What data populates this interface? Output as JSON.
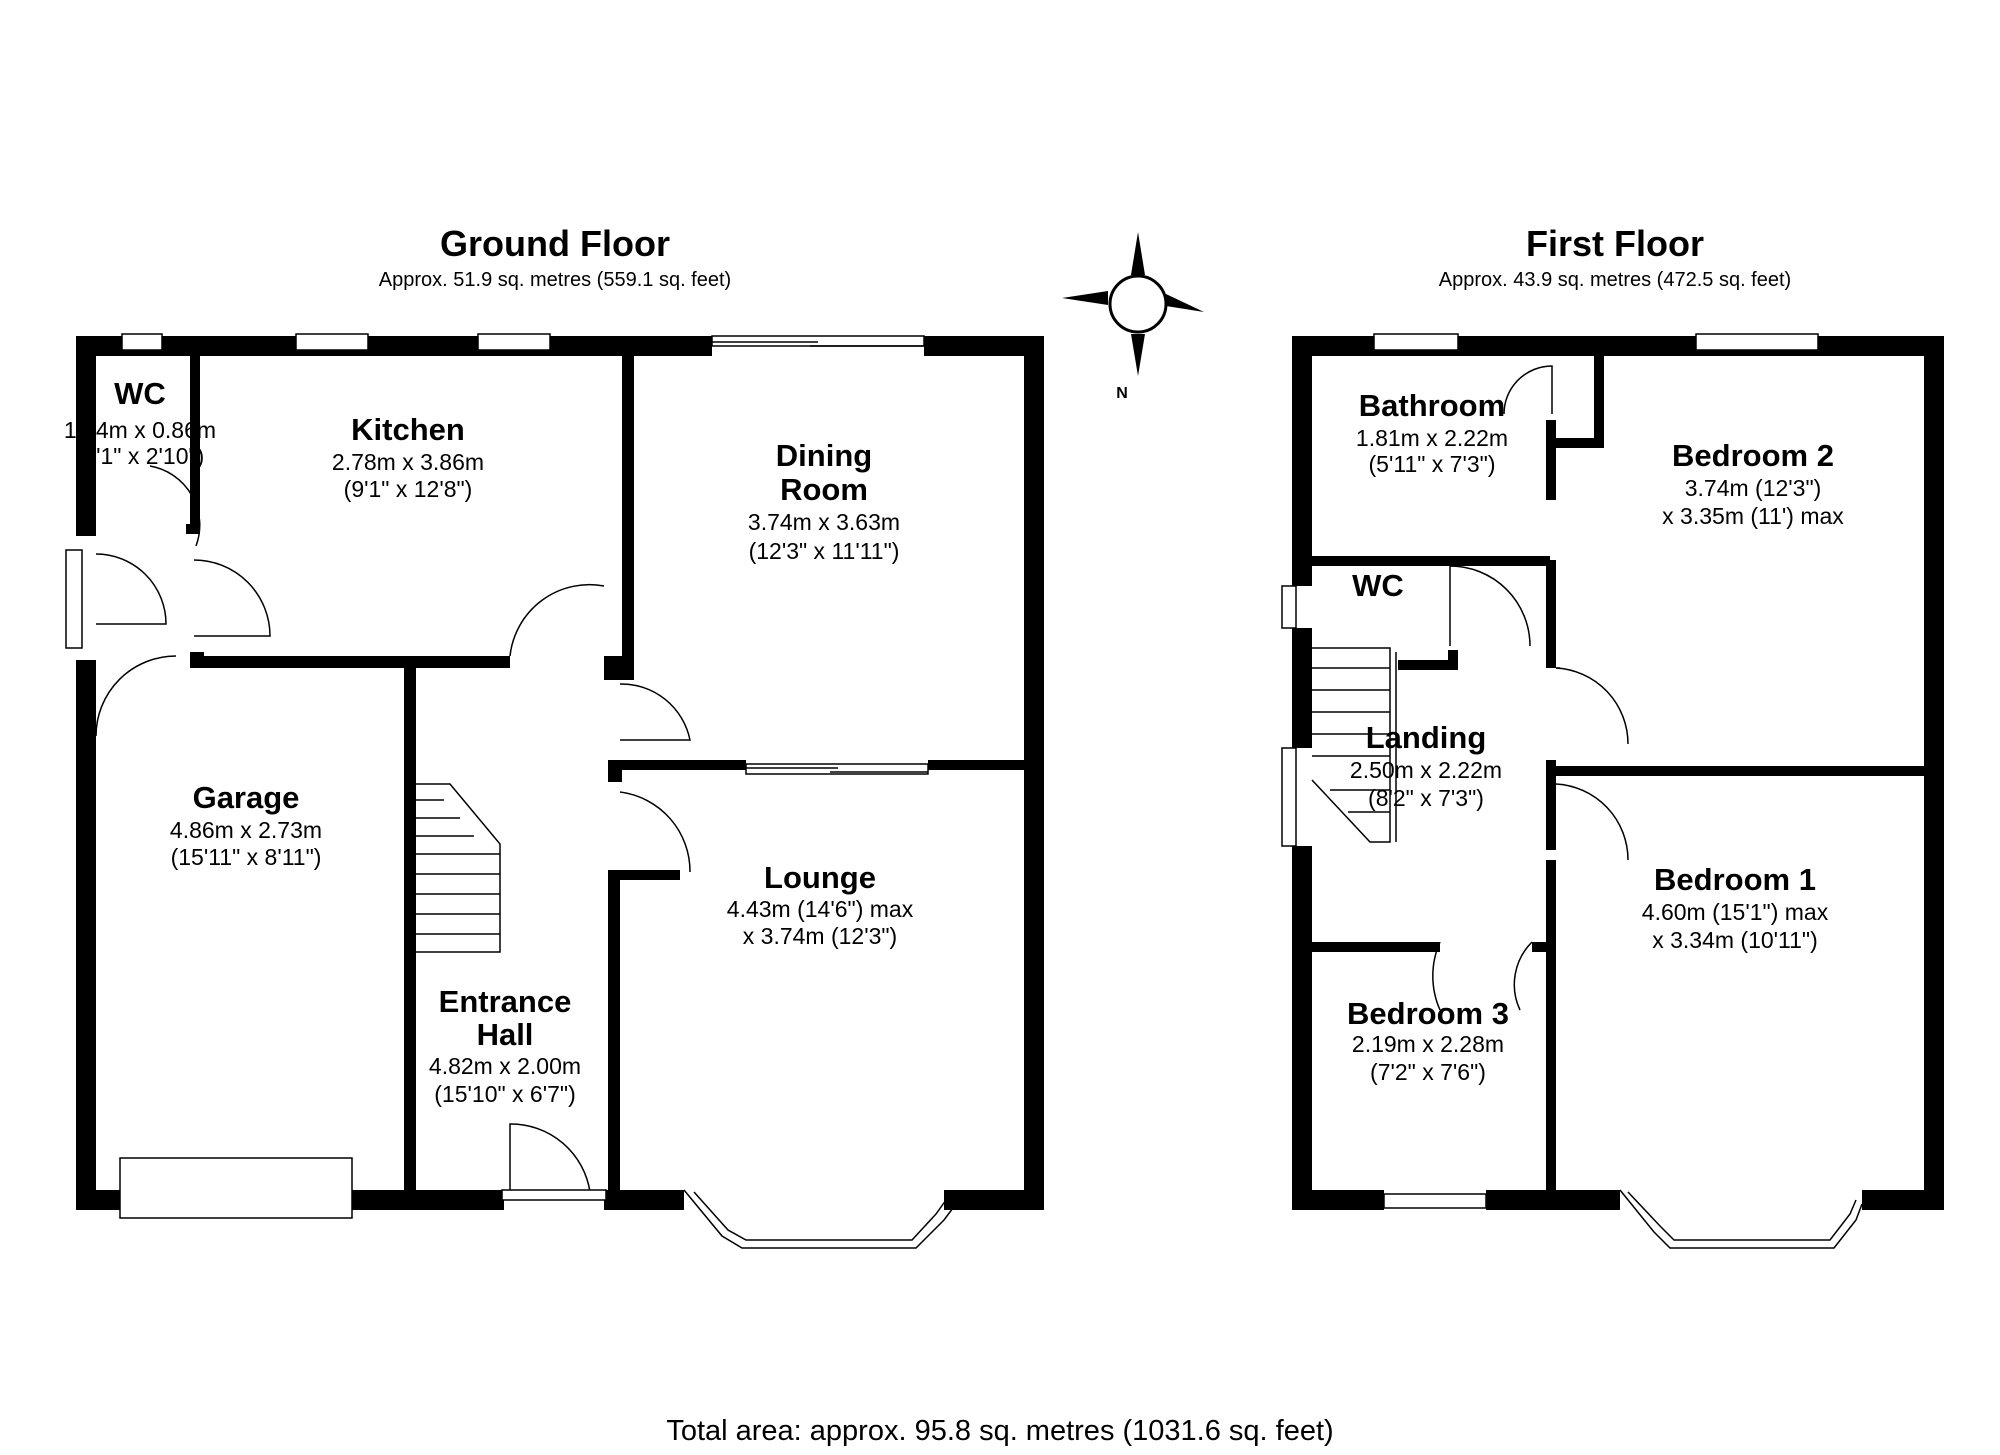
{
  "ground_floor": {
    "title": "Ground Floor",
    "area": "Approx. 51.9 sq. metres (559.1 sq. feet)",
    "rooms": {
      "wc": {
        "name": "WC",
        "dim1": "1.14m x 0.86m",
        "dim2": "(3'1\" x 2'10\")"
      },
      "kitchen": {
        "name": "Kitchen",
        "dim1": "2.78m x 3.86m",
        "dim2": "(9'1\" x 12'8\")"
      },
      "dining": {
        "name1": "Dining",
        "name2": "Room",
        "dim1": "3.74m x 3.63m",
        "dim2": "(12'3\" x 11'11\")"
      },
      "garage": {
        "name": "Garage",
        "dim1": "4.86m x 2.73m",
        "dim2": "(15'11\" x 8'11\")"
      },
      "lounge": {
        "name": "Lounge",
        "dim1": "4.43m (14'6\") max",
        "dim2": "x 3.74m (12'3\")"
      },
      "hall": {
        "name1": "Entrance",
        "name2": "Hall",
        "dim1": "4.82m x 2.00m",
        "dim2": "(15'10\" x 6'7\")"
      }
    }
  },
  "first_floor": {
    "title": "First Floor",
    "area": "Approx. 43.9 sq. metres (472.5 sq. feet)",
    "rooms": {
      "bathroom": {
        "name": "Bathroom",
        "dim1": "1.81m x 2.22m",
        "dim2": "(5'11\" x 7'3\")"
      },
      "bedroom2": {
        "name": "Bedroom 2",
        "dim1": "3.74m (12'3\")",
        "dim2": "x 3.35m (11') max"
      },
      "wc": {
        "name": "WC"
      },
      "landing": {
        "name": "Landing",
        "dim1": "2.50m x 2.22m",
        "dim2": "(8'2\" x 7'3\")"
      },
      "bedroom1": {
        "name": "Bedroom 1",
        "dim1": "4.60m (15'1\") max",
        "dim2": "x 3.34m (10'11\")"
      },
      "bedroom3": {
        "name": "Bedroom 3",
        "dim1": "2.19m x 2.28m",
        "dim2": "(7'2\" x 7'6\")"
      }
    }
  },
  "compass": {
    "label": "N"
  },
  "total_area": "Total area: approx. 95.8 sq. metres (1031.6 sq. feet)",
  "colors": {
    "walls": "#000000",
    "background": "#ffffff"
  }
}
